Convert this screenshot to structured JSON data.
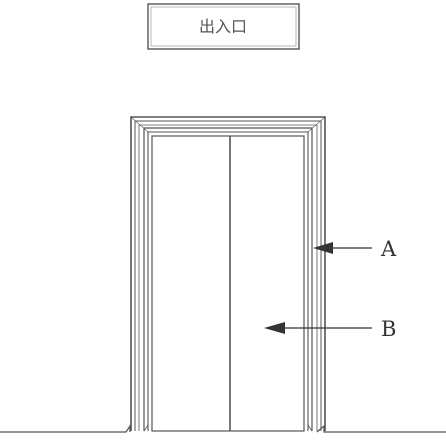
{
  "sign": {
    "text": "出入口"
  },
  "callouts": {
    "a": "A",
    "b": "B"
  },
  "colors": {
    "line": "#555555",
    "label": "#333333",
    "background": "#ffffff"
  }
}
